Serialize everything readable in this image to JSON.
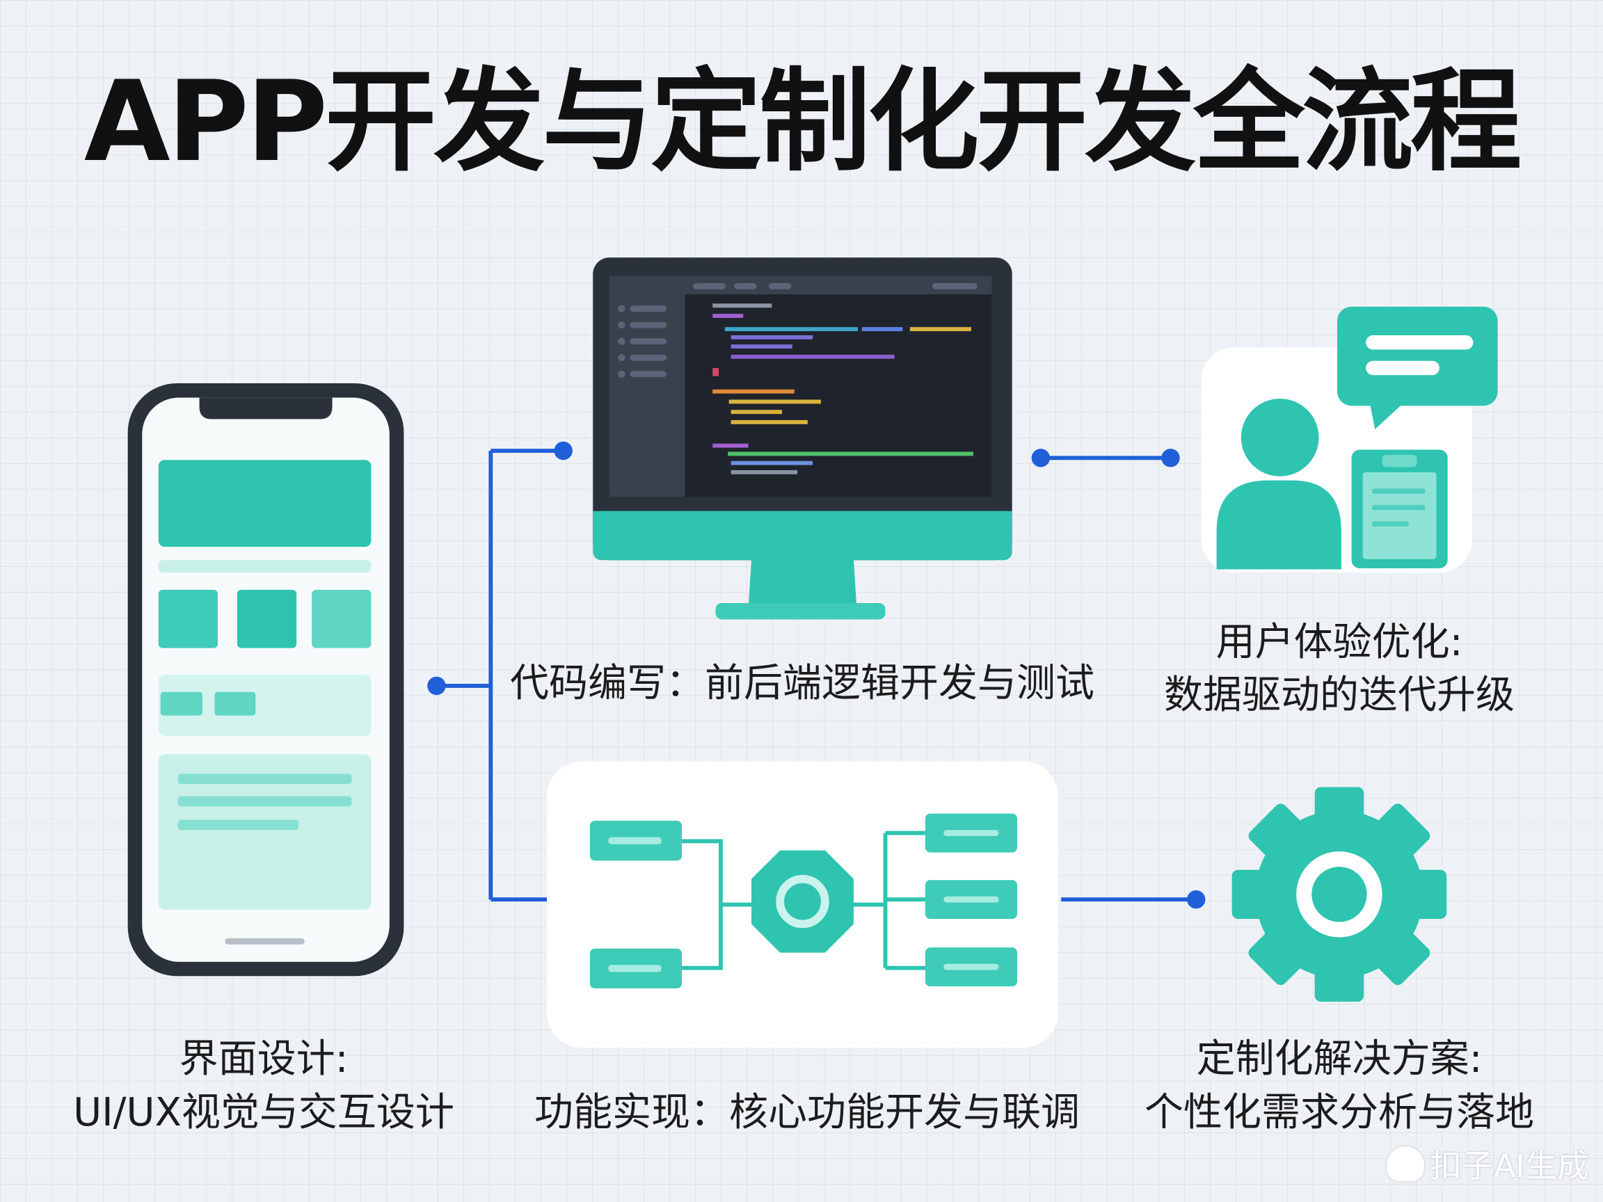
{
  "title": "APP开发与定制化开发全流程",
  "steps": {
    "ui_design": {
      "line1": "界面设计:",
      "line2": "UI/UX视觉与交互设计"
    },
    "coding": {
      "line1": "代码编写：前后端逻辑开发与测试"
    },
    "ux_optimization": {
      "line1": "用户体验优化:",
      "line2": "数据驱动的迭代升级"
    },
    "function": {
      "line1": "功能实现：核心功能开发与联调"
    },
    "customization": {
      "line1": "定制化解决方案:",
      "line2": "个性化需求分析与落地"
    }
  },
  "watermark": "扣子AI生成",
  "colors": {
    "teal": "#2ec4b0",
    "teal_light": "#6fdac9",
    "blue": "#1f5fd8",
    "dark": "#2b313b"
  }
}
